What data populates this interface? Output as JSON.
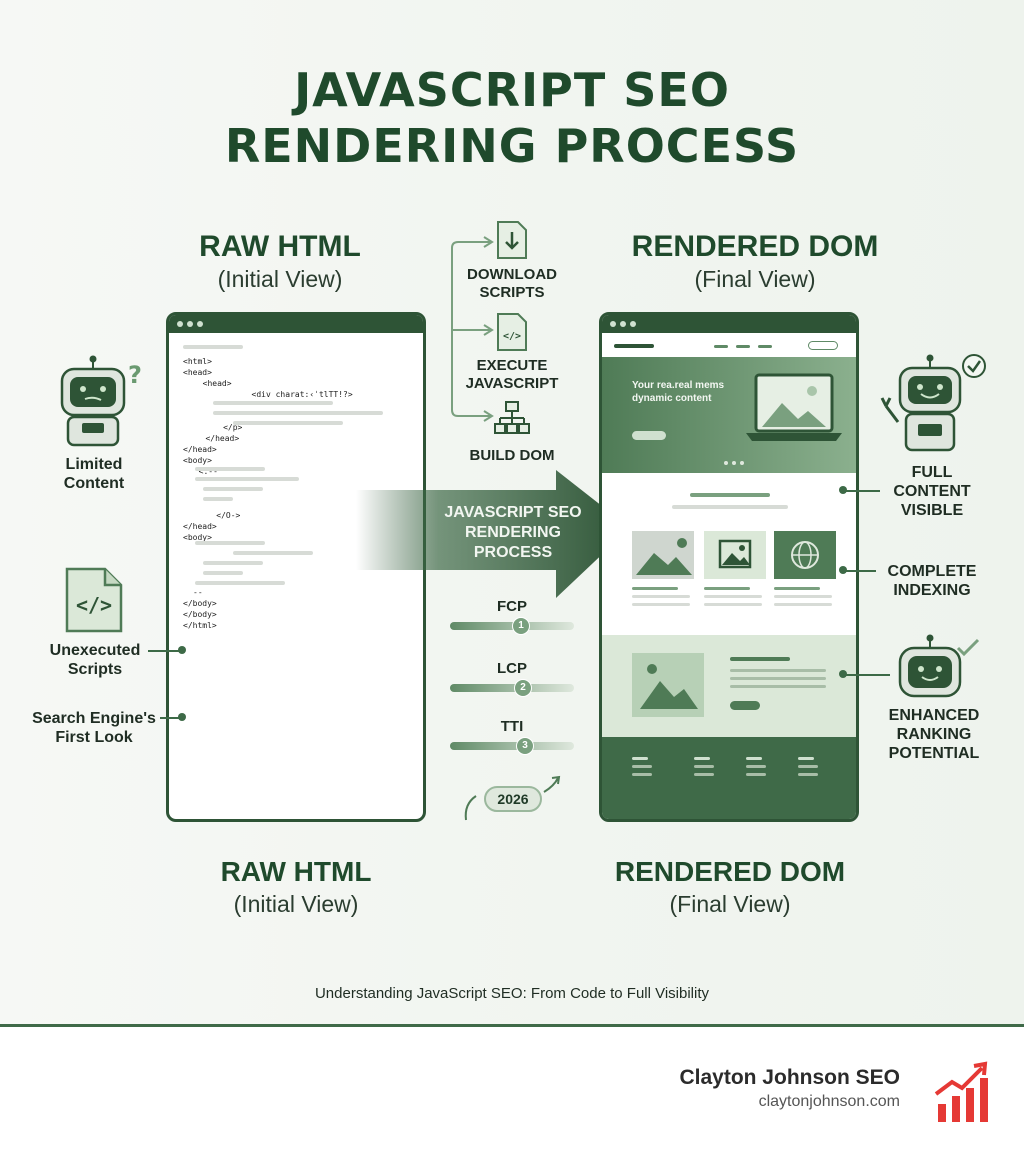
{
  "title": [
    "JAVASCRIPT SEO",
    "RENDERING PROCESS"
  ],
  "left_column": {
    "heading": "RAW HTML",
    "subheading": "(Initial View)"
  },
  "right_column": {
    "heading": "RENDERED DOM",
    "subheading": "(Final View)"
  },
  "left_bottom": {
    "heading": "RAW HTML",
    "subheading": "(Initial View)"
  },
  "right_bottom": {
    "heading": "RENDERED DOM",
    "subheading": "(Final View)"
  },
  "left_callouts": {
    "robot_caption": [
      "Limited",
      "Content"
    ],
    "unexecuted": [
      "Unexecuted",
      "Scripts"
    ],
    "first_look": [
      "Search Engine's",
      "First Look"
    ]
  },
  "right_callouts": {
    "full_content": [
      "FULL",
      "CONTENT",
      "VISIBLE"
    ],
    "indexing": [
      "COMPLETE",
      "INDEXING"
    ],
    "ranking": [
      "ENHANCED",
      "RANKING",
      "POTENTIAL"
    ]
  },
  "steps": [
    {
      "label": [
        "DOWNLOAD",
        "SCRIPTS"
      ],
      "icon": "download-file-icon"
    },
    {
      "label": [
        "EXECUTE",
        "JAVASCRIPT"
      ],
      "icon": "code-file-icon"
    },
    {
      "label": [
        "BUILD DOM"
      ],
      "icon": "sitemap-icon"
    }
  ],
  "arrow_text": [
    "JAVASCRIPT SEO",
    "RENDERING",
    "PROCESS"
  ],
  "metrics": [
    {
      "label": "FCP",
      "num": "1",
      "fill": 0.5
    },
    {
      "label": "LCP",
      "num": "2",
      "fill": 0.5
    },
    {
      "label": "TTI",
      "num": "3",
      "fill": 0.5
    }
  ],
  "year_badge": "2026",
  "code_lines": [
    "<html>",
    "<head>",
    "  <head>",
    "        <div charat:‹ˈtlTT!?>",
    "",
    "",
    "     </p>",
    "   </head>",
    "</head>",
    "<body>",
    "  <:--",
    "",
    "",
    "",
    "    </O->",
    "</head>",
    "<body>",
    "",
    "",
    "",
    "",
    "--",
    "</body>",
    "</body>",
    "</html>"
  ],
  "hero_text": [
    "Your rea.real mems",
    "dynamic content"
  ],
  "caption": "Understanding JavaScript SEO: From Code to Full Visibility",
  "footer": {
    "brand": "Clayton Johnson SEO",
    "url": "claytonjohnson.com"
  },
  "colors": {
    "primary": "#2e5436",
    "accent": "#e53935",
    "light_green": "#dbe8d8"
  }
}
